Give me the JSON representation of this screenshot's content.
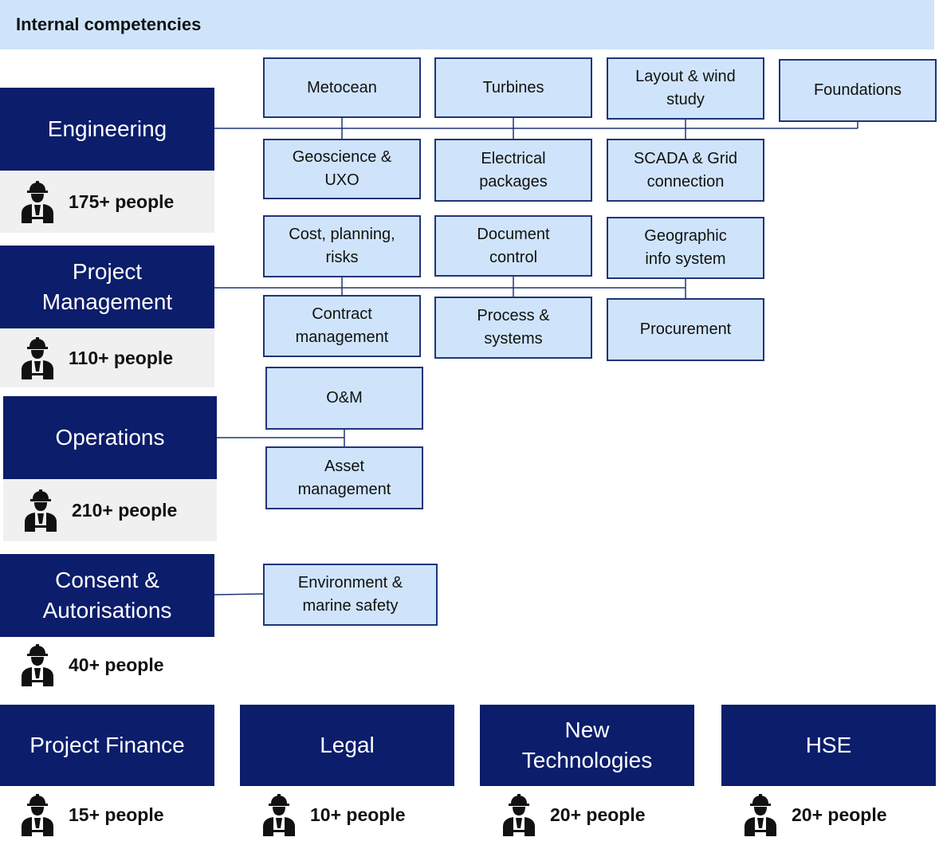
{
  "header": {
    "title": "Internal competencies"
  },
  "departments": {
    "engineering": {
      "label": "Engineering",
      "people": "175+ people"
    },
    "project_management": {
      "label": "Project Management",
      "people": "110+ people"
    },
    "operations": {
      "label": "Operations",
      "people": "210+ people"
    },
    "consent": {
      "label": "Consent & Autorisations",
      "people": "40+ people"
    },
    "project_finance": {
      "label": "Project Finance",
      "people": "15+ people"
    },
    "legal": {
      "label": "Legal",
      "people": "10+ people"
    },
    "new_technologies": {
      "label": "New Technologies",
      "people": "20+ people"
    },
    "hse": {
      "label": "HSE",
      "people": "20+ people"
    }
  },
  "competencies": {
    "metocean": "Metocean",
    "turbines": "Turbines",
    "layout": "Layout & wind study",
    "foundations": "Foundations",
    "geoscience": "Geoscience & UXO",
    "electrical": "Electrical packages",
    "scada": "SCADA & Grid connection",
    "cost": "Cost, planning, risks",
    "document": "Document control",
    "gis": "Geographic info system",
    "contract": "Contract management",
    "process": "Process & systems",
    "procurement": "Procurement",
    "om": "O&M",
    "asset": "Asset management",
    "environment": "Environment & marine safety"
  },
  "colors": {
    "department_fill": "#0b1d6b",
    "competency_fill": "#cfe4fa",
    "header_fill": "#cfe4fa",
    "people_bg": "#f0f0f0"
  },
  "icons": {
    "people": "worker-icon"
  }
}
